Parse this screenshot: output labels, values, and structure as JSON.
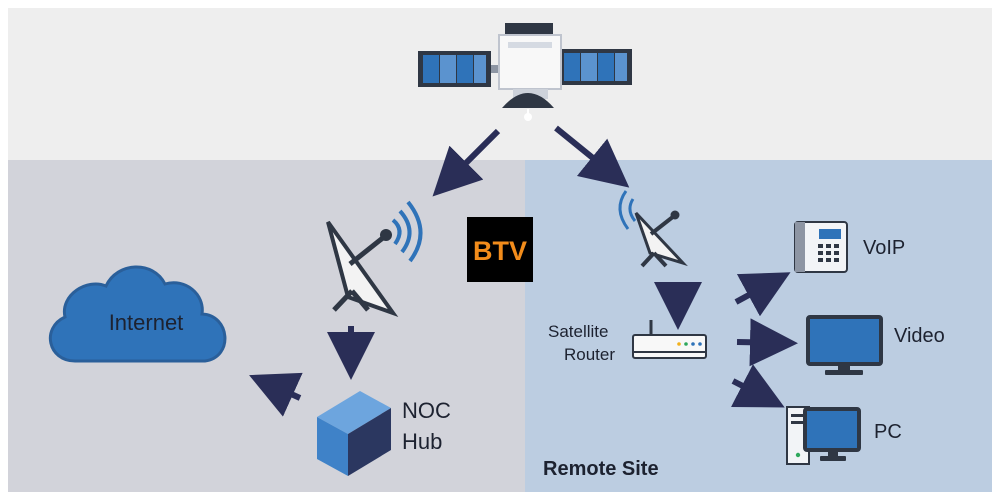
{
  "nodes": {
    "internet": {
      "label": "Internet"
    },
    "noc": {
      "line1": "NOC",
      "line2": "Hub"
    },
    "router": {
      "line1": "Satellite",
      "line2": "Router"
    },
    "voip": {
      "label": "VoIP"
    },
    "video": {
      "label": "Video"
    },
    "pc": {
      "label": "PC"
    }
  },
  "regions": {
    "remote_site": {
      "label": "Remote Site"
    }
  },
  "logo": {
    "text": "BTV",
    "colors": {
      "background": "#000000",
      "primary": "#f28c1b",
      "secondary": "#ffffff"
    }
  },
  "colors": {
    "sky": "#eeeeee",
    "left_panel": "#d2d3da",
    "right_panel": "#bccde1",
    "arrow": "#2a2e57",
    "cloud": "#2f73b9",
    "cube_front": "#3f82c8",
    "cube_side": "#2b3760",
    "cube_top": "#6da5de",
    "device_screen": "#2f73b9",
    "device_dark": "#2f3744"
  }
}
